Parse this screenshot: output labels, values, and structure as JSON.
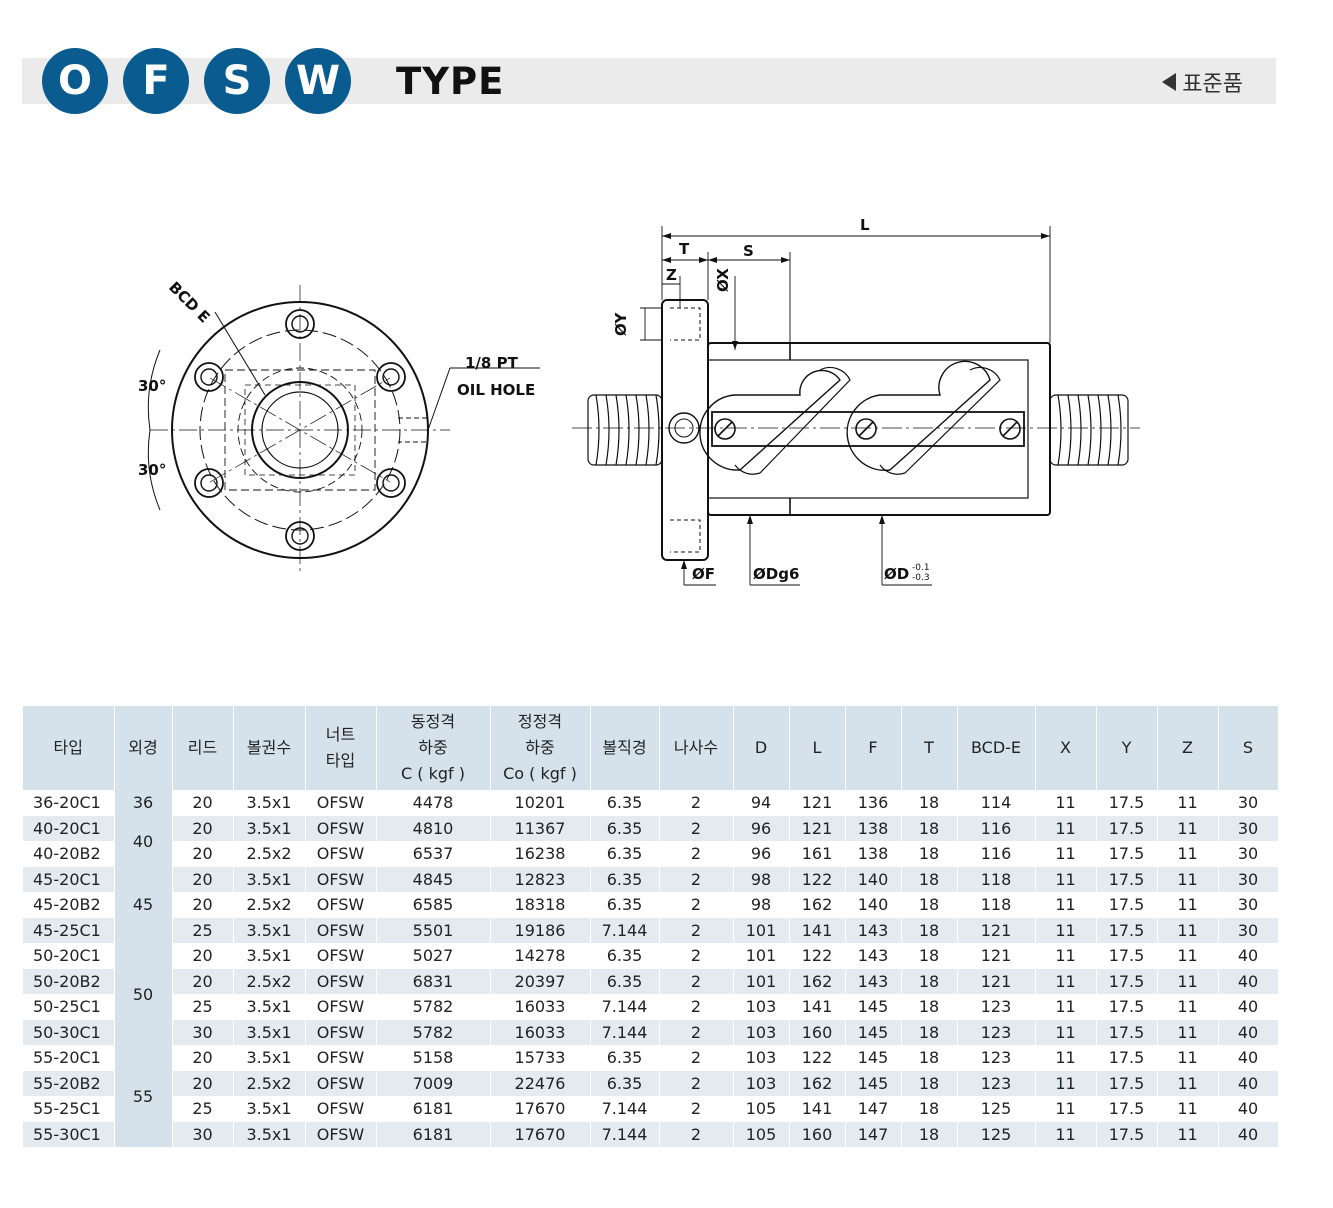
{
  "header": {
    "badges": [
      "O",
      "F",
      "S",
      "W"
    ],
    "type_label": "TYPE",
    "standard_label": "표준품",
    "accent_color": "#0a5b8f"
  },
  "drawing": {
    "bcd": "BCD E",
    "angle_top": "30°",
    "angle_bottom": "30°",
    "oil_hole_1": "1/8 PT",
    "oil_hole_2": "OIL HOLE",
    "dim_L": "L",
    "dim_T": "T",
    "dim_S": "S",
    "dim_Z": "Z",
    "dim_X": "ØX",
    "dim_Y": "ØY",
    "dim_F": "ØF",
    "dim_Dg6": "ØDg6",
    "dim_D": "ØD",
    "tol_upper": "-0.1",
    "tol_lower": "-0.3"
  },
  "table": {
    "headers": {
      "type": "타입",
      "od": "외경",
      "lead": "리드",
      "turns": "볼권수",
      "nut_1": "너트",
      "nut_2": "타입",
      "dyn_1": "동정격",
      "dyn_2": "하중",
      "dyn_3": "C ( kgf )",
      "sta_1": "정정격",
      "sta_2": "하중",
      "sta_3": "Co ( kgf )",
      "ball": "볼직경",
      "starts": "나사수",
      "D": "D",
      "L": "L",
      "F": "F",
      "T": "T",
      "BCD": "BCD-E",
      "X": "X",
      "Y": "Y",
      "Z": "Z",
      "S": "S"
    },
    "rows": [
      [
        "36-20C1",
        "20",
        "3.5x1",
        "OFSW",
        "4478",
        "10201",
        "6.35",
        "2",
        "94",
        "121",
        "136",
        "18",
        "114",
        "11",
        "17.5",
        "11",
        "30"
      ],
      [
        "40-20C1",
        "20",
        "3.5x1",
        "OFSW",
        "4810",
        "11367",
        "6.35",
        "2",
        "96",
        "121",
        "138",
        "18",
        "116",
        "11",
        "17.5",
        "11",
        "30"
      ],
      [
        "40-20B2",
        "20",
        "2.5x2",
        "OFSW",
        "6537",
        "16238",
        "6.35",
        "2",
        "96",
        "161",
        "138",
        "18",
        "116",
        "11",
        "17.5",
        "11",
        "30"
      ],
      [
        "45-20C1",
        "20",
        "3.5x1",
        "OFSW",
        "4845",
        "12823",
        "6.35",
        "2",
        "98",
        "122",
        "140",
        "18",
        "118",
        "11",
        "17.5",
        "11",
        "30"
      ],
      [
        "45-20B2",
        "20",
        "2.5x2",
        "OFSW",
        "6585",
        "18318",
        "6.35",
        "2",
        "98",
        "162",
        "140",
        "18",
        "118",
        "11",
        "17.5",
        "11",
        "30"
      ],
      [
        "45-25C1",
        "25",
        "3.5x1",
        "OFSW",
        "5501",
        "19186",
        "7.144",
        "2",
        "101",
        "141",
        "143",
        "18",
        "121",
        "11",
        "17.5",
        "11",
        "30"
      ],
      [
        "50-20C1",
        "20",
        "3.5x1",
        "OFSW",
        "5027",
        "14278",
        "6.35",
        "2",
        "101",
        "122",
        "143",
        "18",
        "121",
        "11",
        "17.5",
        "11",
        "40"
      ],
      [
        "50-20B2",
        "20",
        "2.5x2",
        "OFSW",
        "6831",
        "20397",
        "6.35",
        "2",
        "101",
        "162",
        "143",
        "18",
        "121",
        "11",
        "17.5",
        "11",
        "40"
      ],
      [
        "50-25C1",
        "25",
        "3.5x1",
        "OFSW",
        "5782",
        "16033",
        "7.144",
        "2",
        "103",
        "141",
        "145",
        "18",
        "123",
        "11",
        "17.5",
        "11",
        "40"
      ],
      [
        "50-30C1",
        "30",
        "3.5x1",
        "OFSW",
        "5782",
        "16033",
        "7.144",
        "2",
        "103",
        "160",
        "145",
        "18",
        "123",
        "11",
        "17.5",
        "11",
        "40"
      ],
      [
        "55-20C1",
        "20",
        "3.5x1",
        "OFSW",
        "5158",
        "15733",
        "6.35",
        "2",
        "103",
        "122",
        "145",
        "18",
        "123",
        "11",
        "17.5",
        "11",
        "40"
      ],
      [
        "55-20B2",
        "20",
        "2.5x2",
        "OFSW",
        "7009",
        "22476",
        "6.35",
        "2",
        "103",
        "162",
        "145",
        "18",
        "123",
        "11",
        "17.5",
        "11",
        "40"
      ],
      [
        "55-25C1",
        "25",
        "3.5x1",
        "OFSW",
        "6181",
        "17670",
        "7.144",
        "2",
        "105",
        "141",
        "147",
        "18",
        "125",
        "11",
        "17.5",
        "11",
        "40"
      ],
      [
        "55-30C1",
        "30",
        "3.5x1",
        "OFSW",
        "6181",
        "17670",
        "7.144",
        "2",
        "105",
        "160",
        "147",
        "18",
        "125",
        "11",
        "17.5",
        "11",
        "40"
      ]
    ],
    "od_groups": [
      {
        "value": "36",
        "span": 1
      },
      {
        "value": "40",
        "span": 2
      },
      {
        "value": "45",
        "span": 3
      },
      {
        "value": "50",
        "span": 4
      },
      {
        "value": "55",
        "span": 4
      }
    ]
  }
}
